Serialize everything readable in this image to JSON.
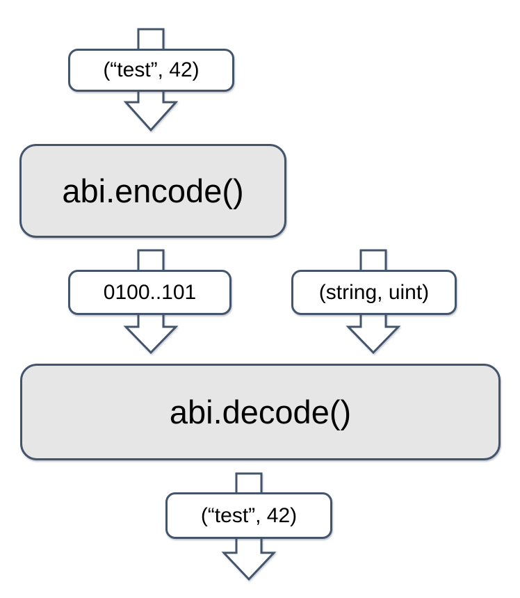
{
  "colors": {
    "background": "#FFFFFF",
    "outline": "#44546A",
    "process_fill": "#E7E6E6",
    "label_fill": "#FFFFFF",
    "text": "#000000"
  },
  "nodes": {
    "input_tuple": {
      "label": "(“test”, 42)"
    },
    "encode": {
      "label": "abi.encode()"
    },
    "encoded_bytes": {
      "label": "0100..101"
    },
    "type_tuple": {
      "label": "(string, uint)"
    },
    "decode": {
      "label": "abi.decode()"
    },
    "decoded_tuple": {
      "label": "(“test”, 42)"
    }
  },
  "icons": {
    "flow_arrow": "down-arrow"
  },
  "edges": [
    {
      "from": "input_tuple",
      "to": "encode"
    },
    {
      "from": "encode",
      "through": "encoded_bytes",
      "to": "decode"
    },
    {
      "through": "type_tuple",
      "to": "decode"
    },
    {
      "from": "decode",
      "through": "decoded_tuple",
      "to": "out"
    }
  ]
}
